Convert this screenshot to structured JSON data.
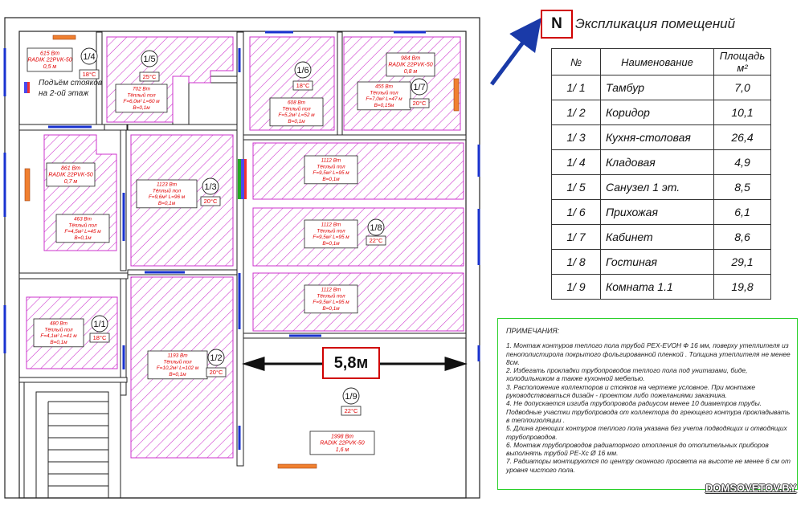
{
  "compass": {
    "label": "N"
  },
  "legend": {
    "title": "Экспликация помещений",
    "columns": [
      "№",
      "Наименование",
      "Площадь м²"
    ],
    "rows": [
      {
        "num": "1/ 1",
        "name": "Тамбур",
        "area": "7,0"
      },
      {
        "num": "1/ 2",
        "name": "Коридор",
        "area": "10,1"
      },
      {
        "num": "1/ 3",
        "name": "Кухня-столовая",
        "area": "26,4"
      },
      {
        "num": "1/ 4",
        "name": "Кладовая",
        "area": "4,9"
      },
      {
        "num": "1/ 5",
        "name": "Санузел 1 эт.",
        "area": "8,5"
      },
      {
        "num": "1/ 6",
        "name": "Прихожая",
        "area": "6,1"
      },
      {
        "num": "1/ 7",
        "name": "Кабинет",
        "area": "8,6"
      },
      {
        "num": "1/ 8",
        "name": "Гостиная",
        "area": "29,1"
      },
      {
        "num": "1/ 9",
        "name": "Комната 1.1",
        "area": "19,8"
      }
    ]
  },
  "notes": {
    "title": "ПРИМЕЧАНИЯ:",
    "items": [
      "1. Монтаж контуров теплого пола трубой PEX-EVOH Ф 16 мм, поверху утеплителя из пенополистирола покрытого фольгированной пленкой . Толщина утеплителя не менее 8см.",
      "2. Избегать прокладки трубопроводов теплого пола под унитазами, биде, холодильником а также кухонной мебелью.",
      "3. Расположение коллекторов и стояков на чертеже условное. При монтаже руководствоваться дизайн - проектом либо пожеланиями заказчика.",
      "4. Не допускается изгиба трубопровода радиусом менее 10 диаметров трубы. Подводные участки трубопровода от коллектора до греющего контура прокладывать в теплоизоляции .",
      "5. Длина греющих контуров теплого пола указана без учета подводящих и отводящих трубопроводов.",
      "6. Монтаж трубопроводов радиаторного отопления до отопительных приборов выполнять трубой PE-Xc Ø 16 мм.",
      "7. Радиаторы монтируются по центру оконного просвета на высоте не менее 6 см от уровня чистого пола."
    ]
  },
  "dimension": {
    "label": "5,8м"
  },
  "riser_note": "Подъём стояков на 2-ой этаж",
  "room_tags": [
    {
      "id": "1/4",
      "temp": "18°C"
    },
    {
      "id": "1/5",
      "temp": "25°C"
    },
    {
      "id": "1/6",
      "temp": "18°C"
    },
    {
      "id": "1/7",
      "temp": "20°C"
    },
    {
      "id": "1/3",
      "temp": "20°C"
    },
    {
      "id": "1/8",
      "temp": "22°C"
    },
    {
      "id": "1/1",
      "temp": "18°C"
    },
    {
      "id": "1/2",
      "temp": "20°C"
    },
    {
      "id": "1/9",
      "temp": "22°C"
    }
  ],
  "radiators": [
    {
      "lines": [
        "615 Вт",
        "RADIK 22PVK-50",
        "0,5 м"
      ]
    },
    {
      "lines": [
        "984 Вт",
        "RADIK 22PVK-50",
        "0,8 м"
      ]
    },
    {
      "lines": [
        "861 Вт",
        "RADIK 22PVK-50",
        "0,7 м"
      ]
    },
    {
      "lines": [
        "1998 Вт",
        "RADIK 22PVK-50",
        "1,6 м"
      ]
    }
  ],
  "floor_loops": [
    {
      "lines": [
        "702 Вт",
        "Тёплый пол",
        "F=6,0м² L=60 м",
        "B=0,1м"
      ]
    },
    {
      "lines": [
        "608 Вт",
        "Тёплый пол",
        "F=5,2м² L=52 м",
        "B=0,1м"
      ]
    },
    {
      "lines": [
        "455 Вт",
        "Тёплый пол",
        "F=7,0м² L=47 м",
        "B=0,15м"
      ]
    },
    {
      "lines": [
        "463 Вт",
        "Тёплый пол",
        "F=4,5м² L=45 м",
        "B=0,1м"
      ]
    },
    {
      "lines": [
        "1123 Вт",
        "Тёплый пол",
        "F=9,6м² L=96 м",
        "B=0,1м"
      ]
    },
    {
      "lines": [
        "1112 Вт",
        "Тёплый пол",
        "F=9,5м² L=95 м",
        "B=0,1м"
      ]
    },
    {
      "lines": [
        "1112 Вт",
        "Тёплый пол",
        "F=9,5м² L=95 м",
        "B=0,1м"
      ]
    },
    {
      "lines": [
        "1112 Вт",
        "Тёплый пол",
        "F=9,5м² L=95 м",
        "B=0,1м"
      ]
    },
    {
      "lines": [
        "480 Вт",
        "Тёплый пол",
        "F=4,1м² L=41 м",
        "B=0,1м"
      ]
    },
    {
      "lines": [
        "1193 Вт",
        "Тёплый пол",
        "F=10,2м² L=102 м",
        "B=0,1м"
      ]
    }
  ],
  "watermark": "DOMSOVETOV.BY",
  "colors": {
    "hatch": "#cc33cc",
    "heat_text": "#e00000",
    "radiator": "#f08030",
    "window": "#1a33d0",
    "callout": "#d00000",
    "arrow": "#1a3aa8"
  }
}
